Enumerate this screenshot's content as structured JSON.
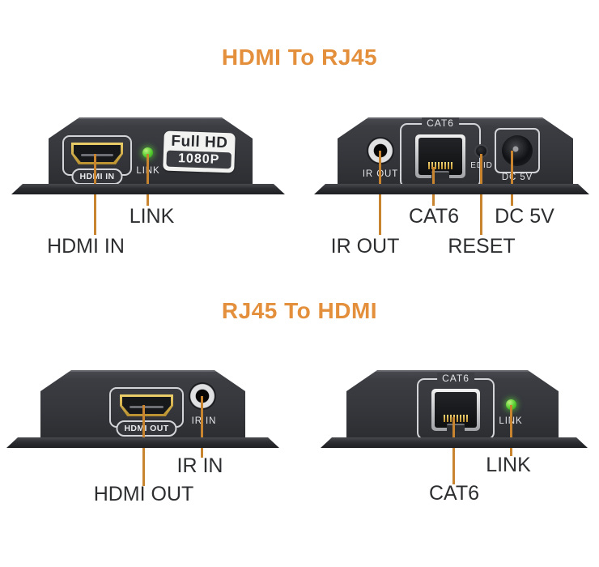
{
  "colors": {
    "accent_orange": "#E38F3B",
    "callout_line": "#C8842F",
    "device_body": "#35373C",
    "led_green": "#52CB2E",
    "label_text": "#2D2E30"
  },
  "sections": [
    {
      "title": "HDMI To RJ45",
      "devices": [
        {
          "name": "transmitter-front-panel",
          "panel": {
            "hdmi_port_label": "HDMI IN",
            "led_label": "LINK",
            "badge_line1": "Full HD",
            "badge_line2": "1080P"
          },
          "callouts": [
            {
              "label": "LINK"
            },
            {
              "label": "HDMI IN"
            }
          ]
        },
        {
          "name": "transmitter-rear-panel",
          "panel": {
            "ir_jack_label": "IR OUT",
            "rj45_label": "CAT6",
            "button_label": "EDID",
            "power_label": "DC 5V"
          },
          "callouts": [
            {
              "label": "CAT6"
            },
            {
              "label": "DC 5V"
            },
            {
              "label": "IR OUT"
            },
            {
              "label": "RESET"
            }
          ]
        }
      ]
    },
    {
      "title": "RJ45 To HDMI",
      "devices": [
        {
          "name": "receiver-front-panel",
          "panel": {
            "hdmi_port_label": "HDMI OUT",
            "ir_jack_label": "IR IN"
          },
          "callouts": [
            {
              "label": "IR IN"
            },
            {
              "label": "HDMI OUT"
            }
          ]
        },
        {
          "name": "receiver-rear-panel",
          "panel": {
            "rj45_label": "CAT6",
            "led_label": "LINK"
          },
          "callouts": [
            {
              "label": "LINK"
            },
            {
              "label": "CAT6"
            }
          ]
        }
      ]
    }
  ]
}
